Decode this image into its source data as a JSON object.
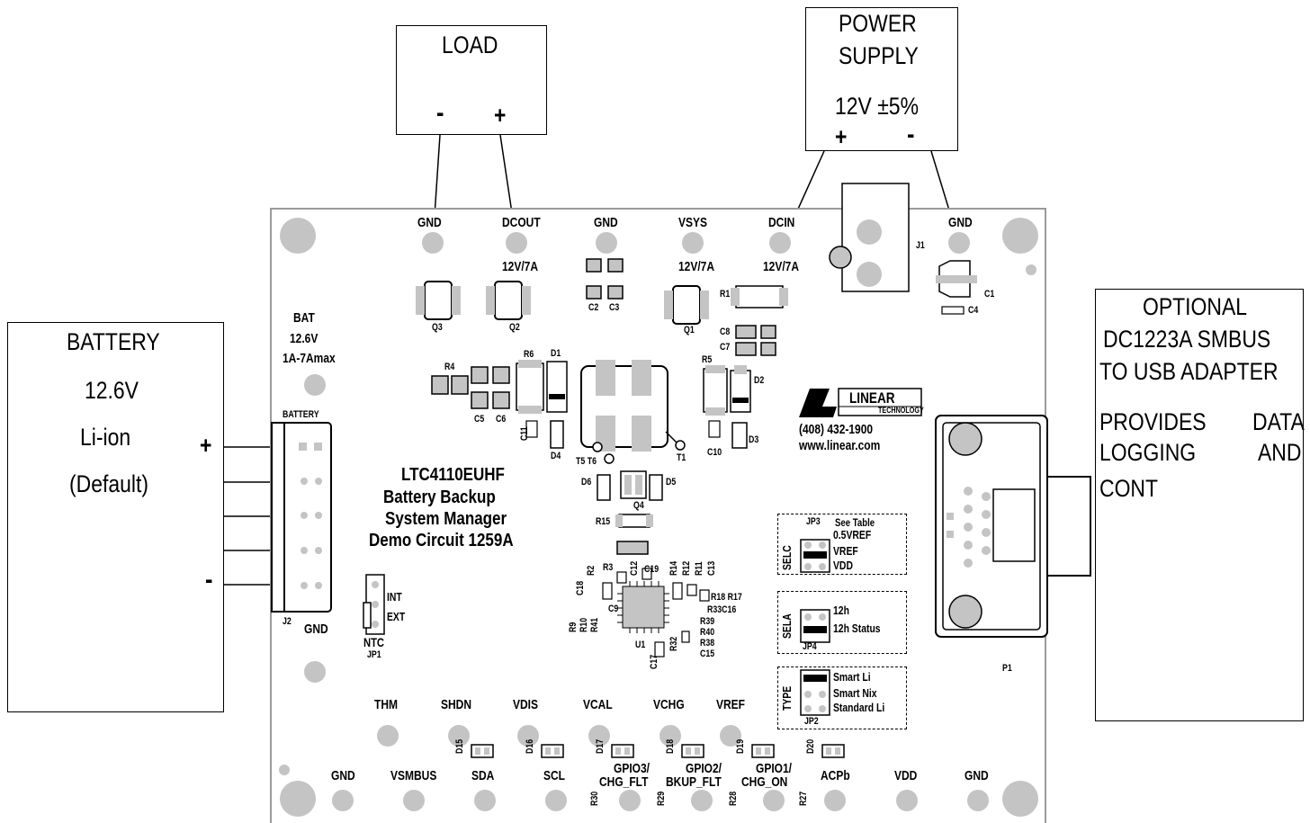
{
  "load": {
    "title": "LOAD",
    "minus": "-",
    "plus": "+"
  },
  "power_supply": {
    "line1": "POWER",
    "line2": "SUPPLY",
    "voltage": "12V ±5%",
    "plus": "+",
    "minus": "-"
  },
  "battery": {
    "line1": "BATTERY",
    "line2": "12.6V",
    "line3": "Li-ion",
    "line4": "(Default)",
    "plus": "+",
    "minus": "-"
  },
  "adapter": {
    "line1": "OPTIONAL",
    "line2": "DC1223A SMBUS",
    "line3": "TO USB ADAPTER",
    "desc_w1": "PROVIDES",
    "desc_w2": "DATA",
    "desc_w3": "LOGGING",
    "desc_w4": "AND",
    "desc_w5": "CONT"
  },
  "board": {
    "title1": "LTC4110EUHF",
    "title2": "Battery Backup",
    "title3": "System Manager",
    "title4": "Demo Circuit 1259A",
    "phone": "(408) 432-1900",
    "web": "www.linear.com",
    "logo_text": "LINEAR",
    "logo_sub": "TECHNOLOGY",
    "bat_label1": "BAT",
    "bat_label2": "12.6V",
    "bat_label3": "1A-7Amax",
    "battery_conn": "BATTERY",
    "j2": "J2",
    "j1": "J1",
    "p1": "P1",
    "top_terms": [
      "GND",
      "DCOUT",
      "GND",
      "VSYS",
      "DCIN",
      "GND"
    ],
    "ratings": [
      "12V/7A",
      "12V/7A",
      "12V/7A"
    ],
    "mid_terms": [
      "THM",
      "SHDN",
      "VDIS",
      "VCAL",
      "VCHG",
      "VREF"
    ],
    "bottom_terms": [
      "GND",
      "VSMBUS",
      "SDA",
      "SCL",
      "ACPb",
      "VDD",
      "GND"
    ],
    "gpio": [
      "GPIO3/",
      "CHG_FLT",
      "GPIO2/",
      "BKUP_FLT",
      "GPIO1/",
      "CHG_ON"
    ],
    "gnd_left": "GND",
    "ntc": {
      "int": "INT",
      "ext": "EXT",
      "ntc": "NTC",
      "jp1": "JP1"
    },
    "jp3": {
      "name": "JP3",
      "see": "See Table",
      "opt1": "0.5VREF",
      "opt2": "VREF",
      "opt3": "VDD",
      "side": "SELC"
    },
    "jp4": {
      "name": "JP4",
      "opt1": "12h",
      "opt2": "12h Status",
      "side": "SELA"
    },
    "jp2": {
      "name": "JP2",
      "opt1": "Smart Li",
      "opt2": "Smart Nix",
      "opt3": "Standard Li",
      "side": "TYPE"
    },
    "refdes": {
      "q3": "Q3",
      "q2": "Q2",
      "q1": "Q1",
      "q4": "Q4",
      "c2": "C2",
      "c3": "C3",
      "r1": "R1",
      "c8": "C8",
      "c7": "C7",
      "c1": "C1",
      "c4": "C4",
      "r4": "R4",
      "r6": "R6",
      "d1": "D1",
      "c5": "C5",
      "c6": "C6",
      "c11": "C11",
      "d4": "D4",
      "r5": "R5",
      "d2": "D2",
      "c10": "C10",
      "d3": "D3",
      "t5t6": "T5 T6",
      "t1": "T1",
      "d6": "D6",
      "d5": "D5",
      "r15": "R15",
      "u1": "U1",
      "r3": "R3",
      "c12": "C12",
      "c19": "C19",
      "r2": "R2",
      "c18": "C18",
      "c9": "C9",
      "r9": "R9",
      "r10": "R10",
      "r41": "R41",
      "r14": "R14",
      "r12": "R12",
      "r11": "R11",
      "c13": "C13",
      "r18r17": "R18 R17",
      "r33c16": "R33C16",
      "r39": "R39",
      "r40": "R40",
      "r38": "R38",
      "c15": "C15",
      "r32": "R32",
      "c17": "C17",
      "d15": "D15",
      "d16": "D16",
      "d17": "D17",
      "d18": "D18",
      "d19": "D19",
      "d20": "D20",
      "r30": "R30",
      "r29": "R29",
      "r28": "R28",
      "r27": "R27"
    }
  }
}
